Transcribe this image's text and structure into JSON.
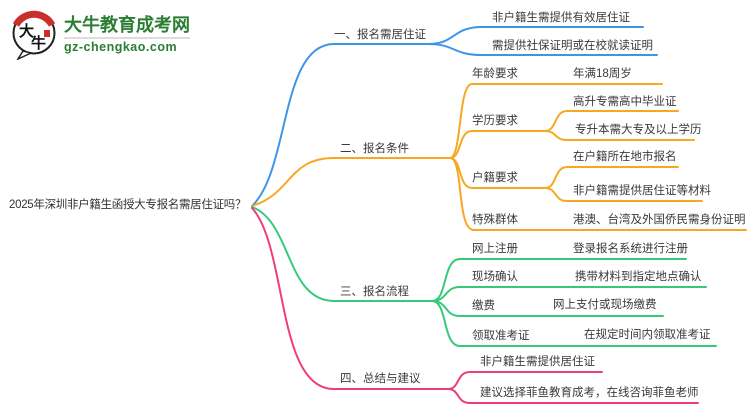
{
  "logo": {
    "icon_char_1": "大",
    "icon_char_2": "牛",
    "title": "大牛教育成考网",
    "domain": "gz-chengkao.com"
  },
  "root": {
    "label": "2025年深圳非户籍生函授大专报名需居住证吗？"
  },
  "colors": {
    "branch1": "#3d95e8",
    "branch2": "#f7a823",
    "branch3": "#36c97a",
    "branch4": "#ef3d7d",
    "text": "#3a3a3a",
    "logo_green": "#2b7d33",
    "logo_red": "#c9302c"
  },
  "branches": [
    {
      "label": "一、报名需居住证",
      "color": "#3d95e8",
      "children": [
        {
          "label": "非户籍生需提供有效居住证"
        },
        {
          "label": "需提供社保证明或在校就读证明"
        }
      ]
    },
    {
      "label": "二、报名条件",
      "color": "#f7a823",
      "children": [
        {
          "label": "年龄要求",
          "children": [
            "年满18周岁"
          ]
        },
        {
          "label": "学历要求",
          "children": [
            "高升专需高中毕业证",
            "专升本需大专及以上学历"
          ]
        },
        {
          "label": "户籍要求",
          "children": [
            "在户籍所在地市报名",
            "非户籍需提供居住证等材料"
          ]
        },
        {
          "label": "特殊群体",
          "children": [
            "港澳、台湾及外国侨民需身份证明"
          ]
        }
      ]
    },
    {
      "label": "三、报名流程",
      "color": "#36c97a",
      "children": [
        {
          "label": "网上注册",
          "children": [
            "登录报名系统进行注册"
          ]
        },
        {
          "label": "现场确认",
          "children": [
            "携带材料到指定地点确认"
          ]
        },
        {
          "label": "缴费",
          "children": [
            "网上支付或现场缴费"
          ]
        },
        {
          "label": "领取准考证",
          "children": [
            "在规定时间内领取准考证"
          ]
        }
      ]
    },
    {
      "label": "四、总结与建议",
      "color": "#ef3d7d",
      "children": [
        {
          "label": "非户籍生需提供居住证"
        },
        {
          "label": "建议选择菲鱼教育成考，在线咨询菲鱼老师"
        }
      ]
    }
  ]
}
